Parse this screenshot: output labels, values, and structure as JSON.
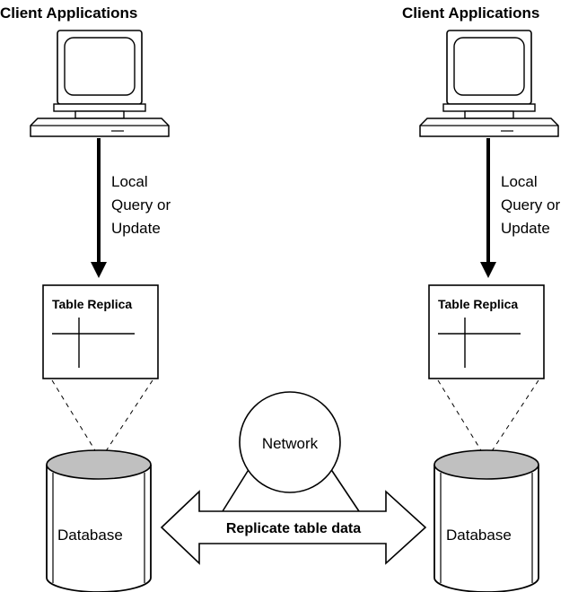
{
  "left": {
    "heading": "Client Applications",
    "action_lines": [
      "Local",
      "Query or",
      "Update"
    ],
    "table_title": "Table Replica",
    "database_label": "Database"
  },
  "right": {
    "heading": "Client Applications",
    "action_lines": [
      "Local",
      "Query or",
      "Update"
    ],
    "table_title": "Table Replica",
    "database_label": "Database"
  },
  "network": {
    "label": "Network",
    "replicate_label": "Replicate table data"
  },
  "colors": {
    "stroke": "#000000",
    "database_top": "#c0c0c0",
    "background": "#ffffff"
  }
}
